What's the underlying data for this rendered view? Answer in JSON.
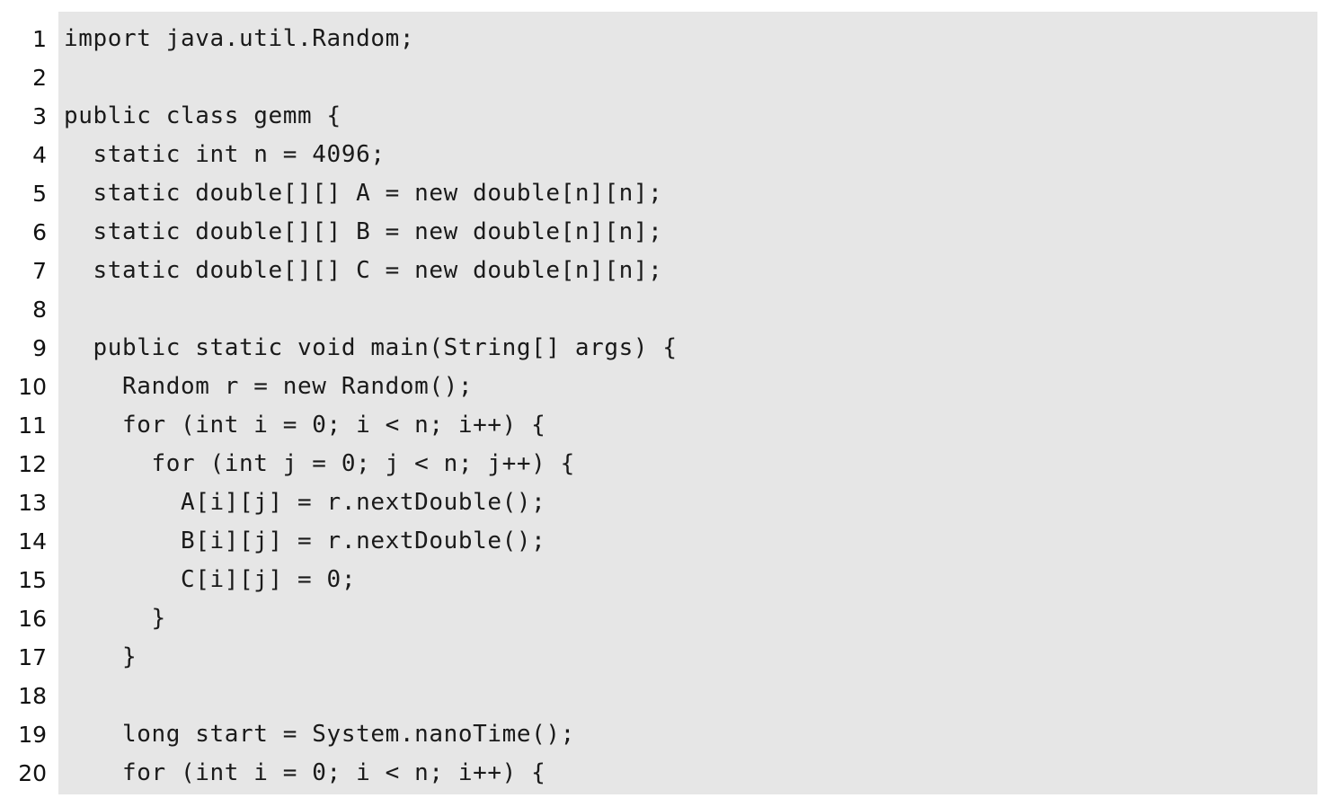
{
  "code": {
    "lines": [
      {
        "num": "1",
        "text": "import java.util.Random;"
      },
      {
        "num": "2",
        "text": ""
      },
      {
        "num": "3",
        "text": "public class gemm {"
      },
      {
        "num": "4",
        "text": "  static int n = 4096;"
      },
      {
        "num": "5",
        "text": "  static double[][] A = new double[n][n];"
      },
      {
        "num": "6",
        "text": "  static double[][] B = new double[n][n];"
      },
      {
        "num": "7",
        "text": "  static double[][] C = new double[n][n];"
      },
      {
        "num": "8",
        "text": ""
      },
      {
        "num": "9",
        "text": "  public static void main(String[] args) {"
      },
      {
        "num": "10",
        "text": "    Random r = new Random();"
      },
      {
        "num": "11",
        "text": "    for (int i = 0; i < n; i++) {"
      },
      {
        "num": "12",
        "text": "      for (int j = 0; j < n; j++) {"
      },
      {
        "num": "13",
        "text": "        A[i][j] = r.nextDouble();"
      },
      {
        "num": "14",
        "text": "        B[i][j] = r.nextDouble();"
      },
      {
        "num": "15",
        "text": "        C[i][j] = 0;"
      },
      {
        "num": "16",
        "text": "      }"
      },
      {
        "num": "17",
        "text": "    }"
      },
      {
        "num": "18",
        "text": ""
      },
      {
        "num": "19",
        "text": "    long start = System.nanoTime();"
      },
      {
        "num": "20",
        "text": "    for (int i = 0; i < n; i++) {"
      }
    ]
  }
}
